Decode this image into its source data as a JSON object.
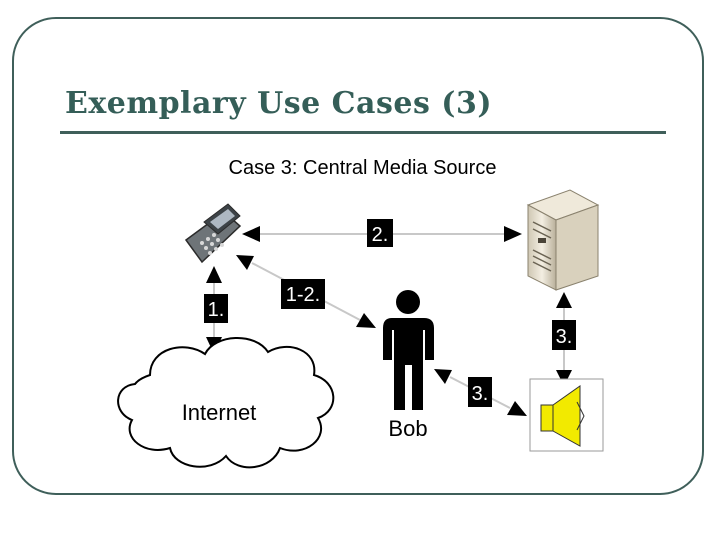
{
  "slide": {
    "title": "Exemplary Use Cases (3)",
    "subtitle": "Case 3: Central Media Source"
  },
  "diagram": {
    "nodes": {
      "phone": {
        "icon": "mobile-phone-icon"
      },
      "server": {
        "icon": "server-tower-icon"
      },
      "internet": {
        "label": "Internet",
        "icon": "cloud-icon"
      },
      "bob": {
        "label": "Bob",
        "icon": "person-icon"
      },
      "speaker": {
        "icon": "speaker-icon"
      }
    },
    "edges": {
      "phone_server": {
        "label": "2."
      },
      "phone_bob": {
        "label": "1-2."
      },
      "phone_internet": {
        "label": "1."
      },
      "server_speaker": {
        "label": "3."
      },
      "bob_speaker": {
        "label": "3."
      }
    },
    "colors": {
      "frame": "#3f5f5a",
      "title": "#355e58",
      "edge_line": "#c8c8c8",
      "label_box": "#000000",
      "speaker_fill": "#f2ea00"
    }
  }
}
